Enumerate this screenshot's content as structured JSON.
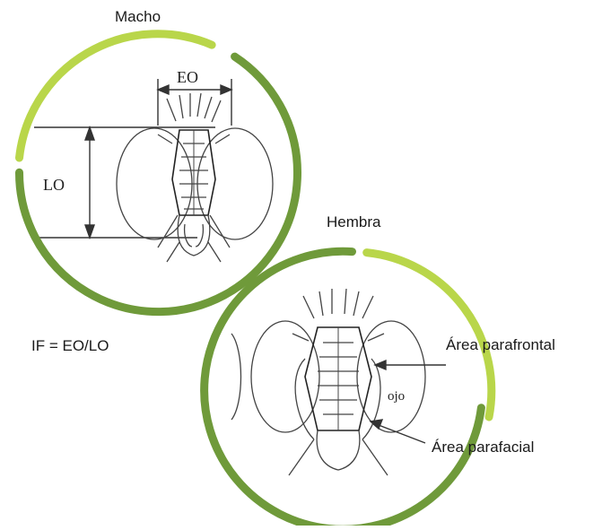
{
  "labels": {
    "male": "Macho",
    "female": "Hembra",
    "formula": "IF = EO/LO",
    "parafrontal": "Área parafrontal",
    "parafacial": "Área parafacial",
    "eo": "EO",
    "lo": "LO",
    "eye": "ojo"
  },
  "colors": {
    "ring_dark": "#6f9a3a",
    "ring_light": "#b9d64a",
    "line": "#333333",
    "text": "#1a1a1a"
  }
}
